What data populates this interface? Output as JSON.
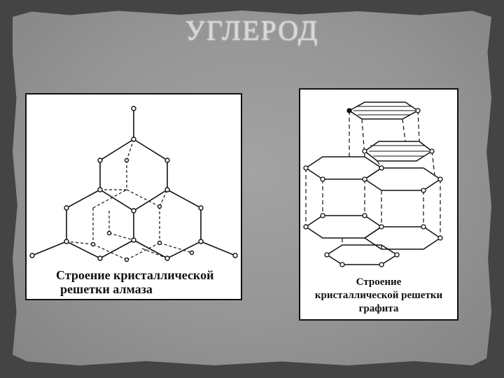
{
  "slide": {
    "title": "УГЛЕРОД"
  },
  "diamond": {
    "caption_line1": "Строение кристаллической",
    "caption_line2": "решетки алмаза"
  },
  "graphite": {
    "caption_line1": "Строение",
    "caption_line2": "кристаллической решетки",
    "caption_line3": "графита"
  }
}
